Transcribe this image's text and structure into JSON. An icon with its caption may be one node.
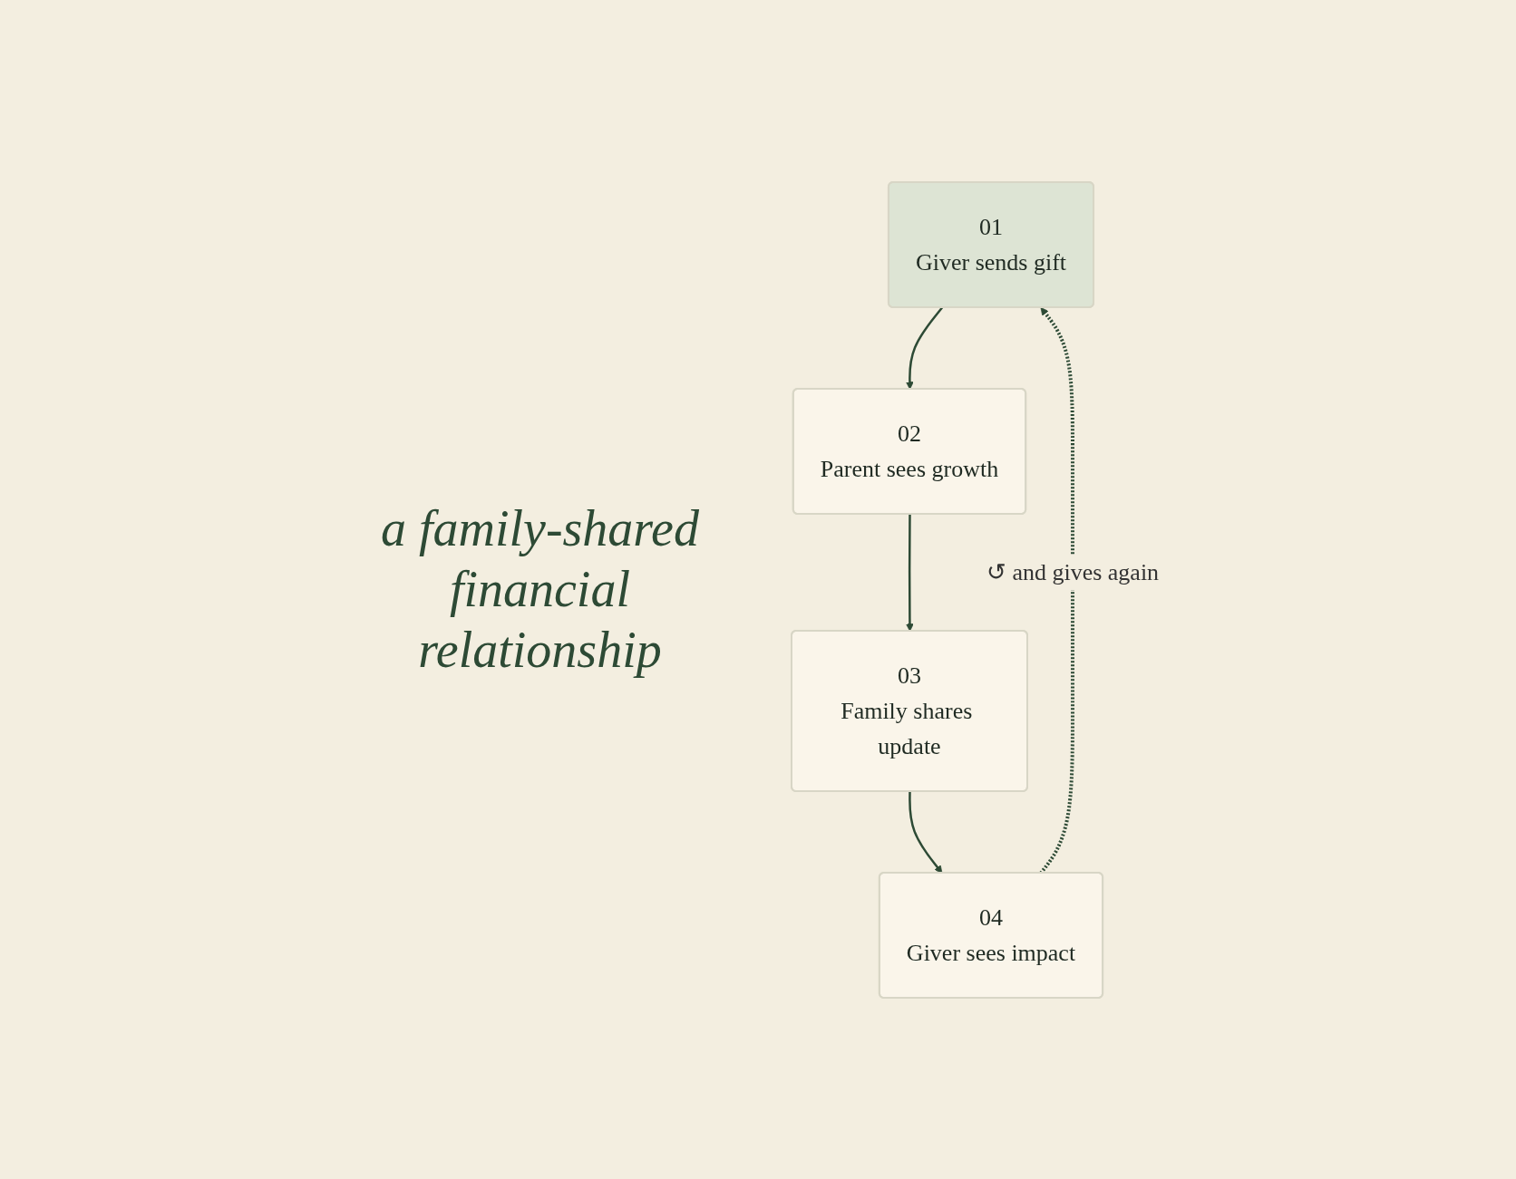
{
  "diagram": {
    "nodes": [
      {
        "text": [
          "01",
          "Giver sends gift"
        ]
      },
      {
        "text": [
          "02",
          "Parent sees growth"
        ]
      },
      {
        "text": [
          "03",
          "Family shares update"
        ]
      },
      {
        "text": [
          "04",
          "Giver sees impact"
        ]
      }
    ],
    "edges": [
      {
        "from": 0,
        "to": 1,
        "arrow": "to"
      },
      {
        "from": 1,
        "to": 2,
        "arrow": "to"
      },
      {
        "from": 2,
        "to": 3,
        "arrow": "to"
      },
      {
        "from": 3,
        "to": 0,
        "arrow": "to",
        "label": "↺ and gives again",
        "style": "dashed"
      }
    ],
    "labels": [
      "a family-shared financial relationship"
    ]
  }
}
